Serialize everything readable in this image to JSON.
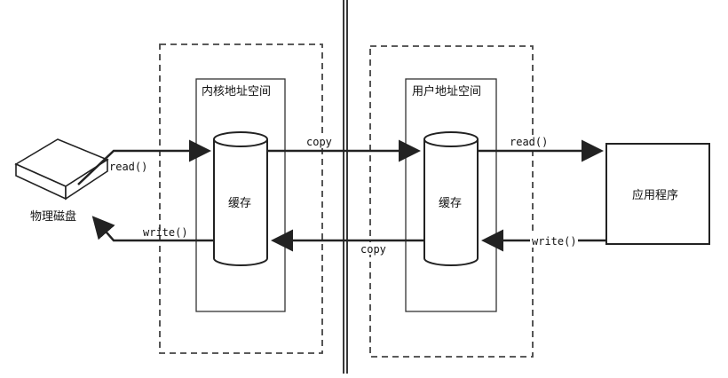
{
  "labels": {
    "disk": "物理磁盘",
    "kernel_space": "内核地址空间",
    "user_space": "用户地址空间",
    "kernel_cache": "缓存",
    "user_cache": "缓存",
    "app": "应用程序"
  },
  "arrows": {
    "disk_read": "read()",
    "disk_write": "write()",
    "copy_to_user": "copy",
    "copy_to_kernel": "copy",
    "app_read": "read()",
    "app_write": "write()"
  },
  "colors": {
    "stroke": "#222222",
    "dashed": "#444444",
    "label_bg": "#ffffff"
  }
}
